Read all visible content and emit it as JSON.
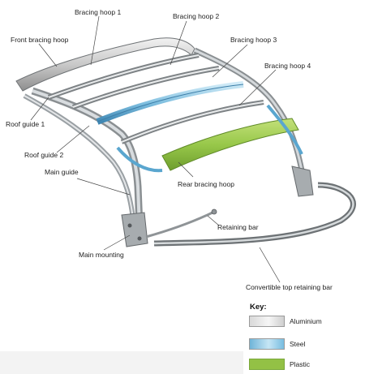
{
  "callouts": {
    "bracing_hoop_1": "Bracing hoop 1",
    "bracing_hoop_2": "Bracing hoop 2",
    "bracing_hoop_3": "Bracing hoop 3",
    "bracing_hoop_4": "Bracing hoop 4",
    "front_bracing_hoop": "Front bracing hoop",
    "roof_guide_1": "Roof guide 1",
    "roof_guide_2": "Roof guide 2",
    "main_guide": "Main guide",
    "rear_bracing_hoop": "Rear bracing hoop",
    "retaining_bar": "Retaining bar",
    "main_mounting": "Main mounting",
    "convertible_top_retaining_bar": "Convertible top retaining bar"
  },
  "key": {
    "title": "Key:",
    "items": [
      {
        "label": "Aluminium",
        "color": "#e0e0e0"
      },
      {
        "label": "Steel",
        "color": "#9fd0ea"
      },
      {
        "label": "Plastic",
        "color": "#93c145"
      }
    ]
  }
}
